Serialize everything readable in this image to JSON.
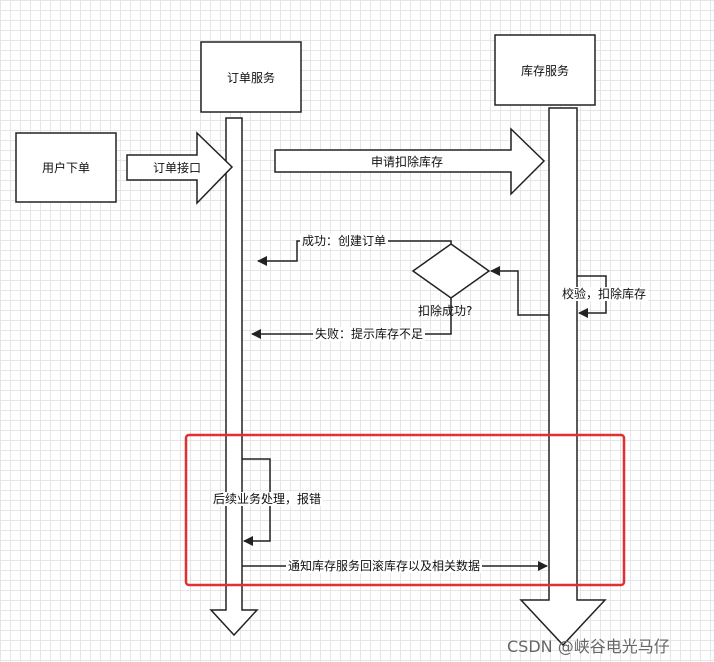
{
  "nodes": {
    "user_order": "用户下单",
    "order_service": "订单服务",
    "inventory_service": "库存服务"
  },
  "messages": {
    "order_api": "订单接口",
    "apply_deduct": "申请扣除库存",
    "success": "成功：创建订单",
    "deduct_success_q": "扣除成功?",
    "verify_deduct": "校验，扣除库存",
    "fail": "失败：提示库存不足",
    "follow_up": "后续业务处理，报错",
    "notify_rollback": "通知库存服务回滚库存以及相关数据"
  },
  "highlight_color": "#e03030",
  "watermark": "CSDN @峡谷电光马仔"
}
